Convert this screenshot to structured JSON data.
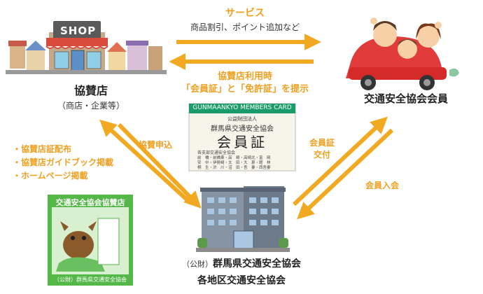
{
  "shop": {
    "sign": "SHOP",
    "title": "協賛店",
    "subtitle": "（商店・企業等）"
  },
  "service": {
    "title": "サービス",
    "detail": "商品割引、ポイント追加など"
  },
  "usage": {
    "line1": "協賛店利用時",
    "line2": "「会員証」と「免許証」を提示"
  },
  "member": {
    "title": "交通安全協会会員"
  },
  "card": {
    "header": "GUNMAANKYO MEMBERS CARD",
    "org_small": "公益財団法人",
    "org": "群馬県交通安全協会",
    "main": "会員証",
    "members_title": "各支部交通安全協会",
    "row1": "前　橋・前橋東・高　崎・高崎北・富　岡",
    "row2": "安　中・伊勢崎・太　田・大　泉・館　林",
    "row3": "桐　生・渋　川・沼　田・吾　妻・西吾妻"
  },
  "apply": {
    "label": "協賛申込"
  },
  "issue": {
    "line1": "会員証",
    "line2": "交付"
  },
  "join": {
    "label": "会員入会"
  },
  "bullets": [
    "・協賛店証配布",
    "・協賛店ガイドブック掲載",
    "・ホームページ掲載"
  ],
  "sticker": {
    "title": "交通安全協会協賛店",
    "footer": "（公財）群馬県交通安全協会"
  },
  "association": {
    "prefix": "（公財）",
    "line1": "群馬県交通安全協会",
    "line2": "各地区交通安全協会"
  },
  "colors": {
    "arrow": "#f2a922",
    "sticker_green": "#53b848",
    "building": "#6d7a8a"
  }
}
